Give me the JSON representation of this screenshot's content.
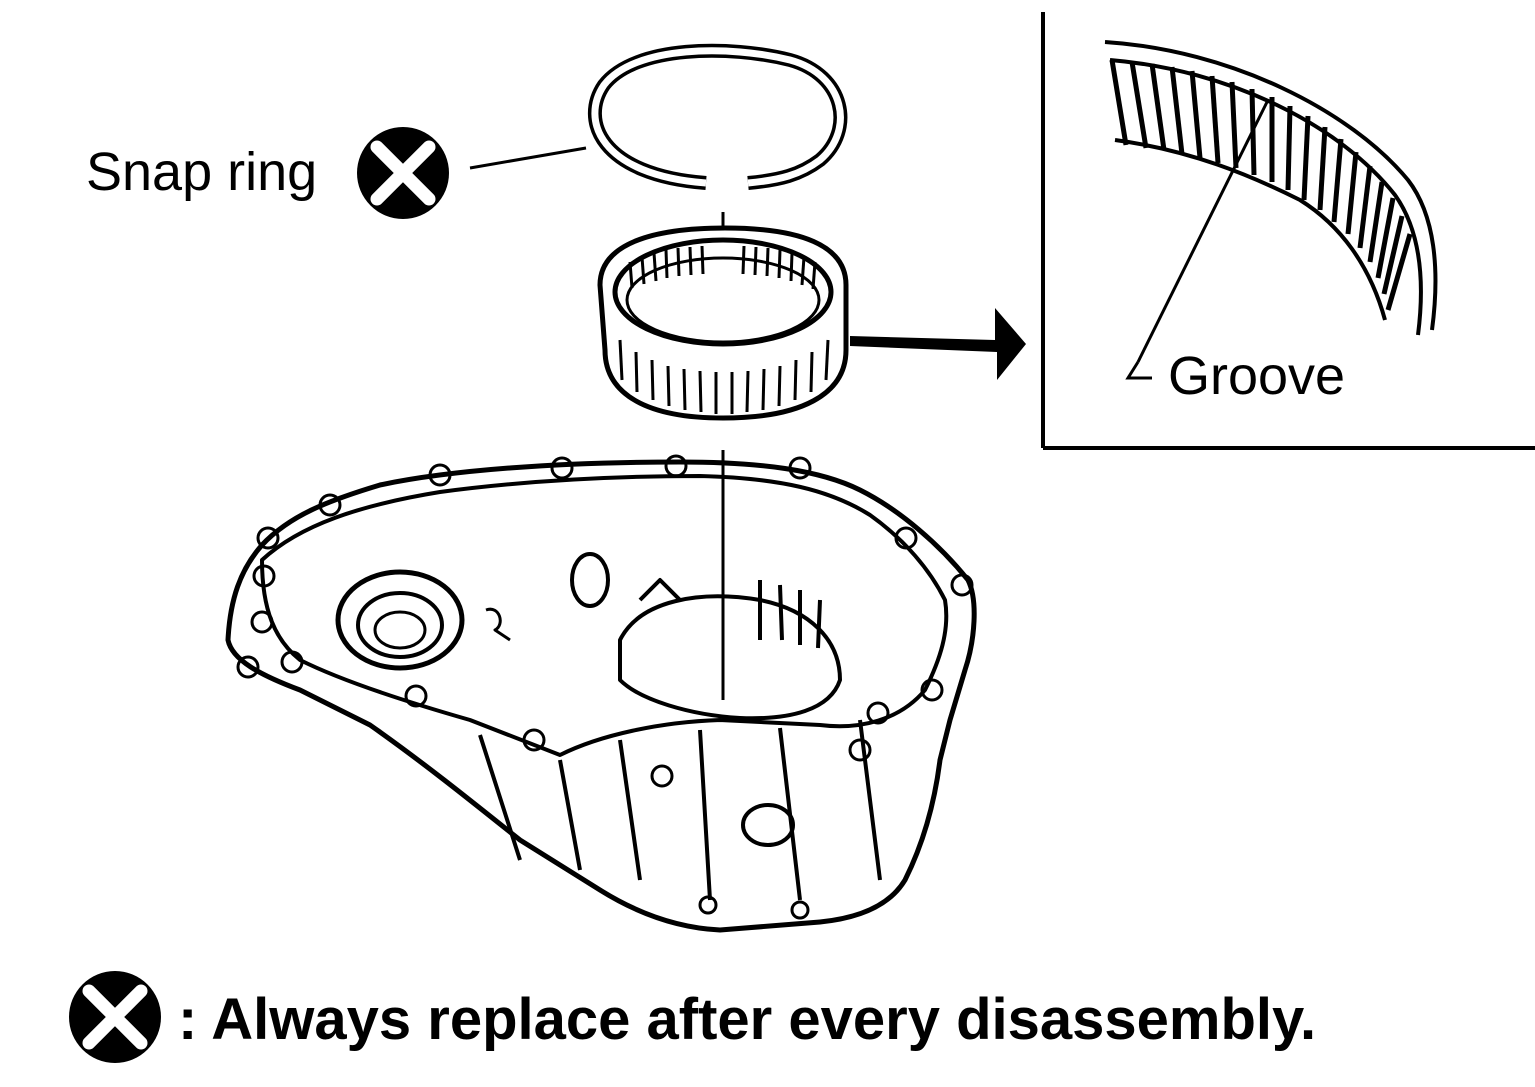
{
  "labels": {
    "snap_ring": "Snap ring",
    "groove": "Groove"
  },
  "legend": {
    "text": ": Always replace after every disassembly."
  },
  "icons": {
    "replace_marker": "x-circle-icon",
    "arrow": "right-arrow-icon"
  },
  "colors": {
    "ink": "#000000",
    "background": "#ffffff"
  }
}
